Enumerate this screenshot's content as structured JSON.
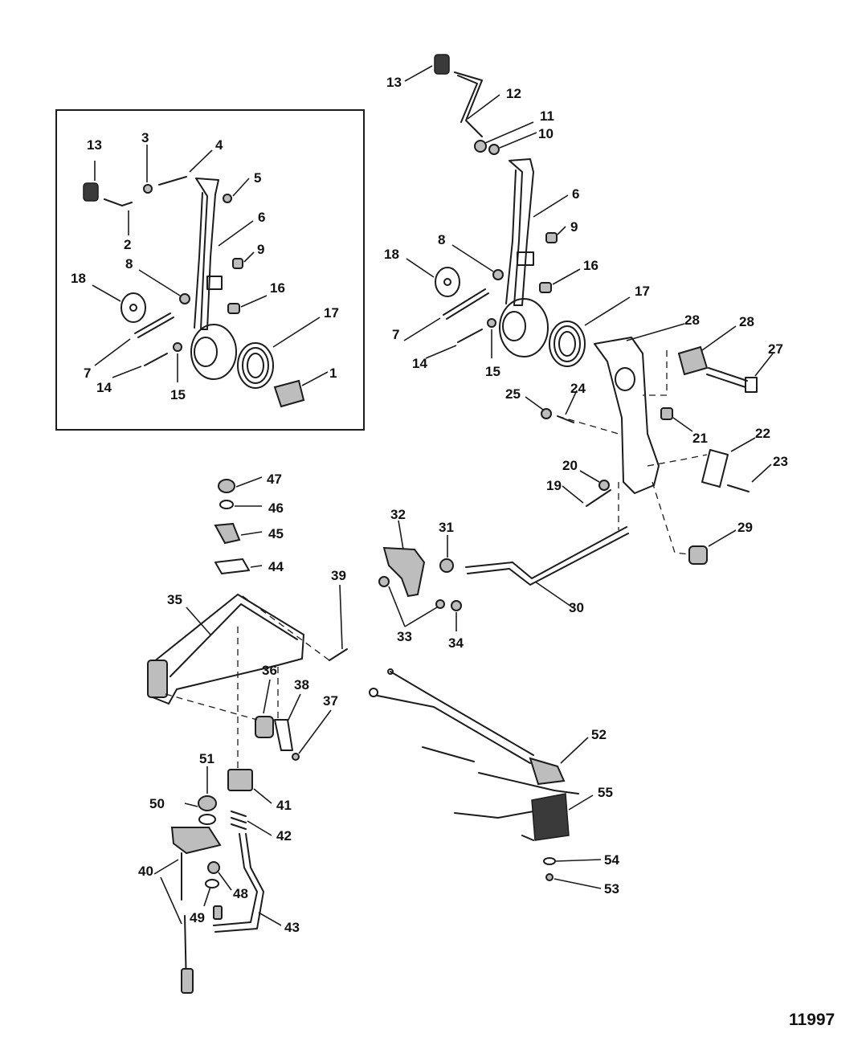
{
  "figure_id": "11997",
  "callouts": [
    "13",
    "3",
    "4",
    "5",
    "6",
    "9",
    "8",
    "18",
    "16",
    "17",
    "1",
    "7",
    "14",
    "15",
    "2",
    "13",
    "12",
    "11",
    "10",
    "6",
    "9",
    "8",
    "18",
    "16",
    "17",
    "28",
    "28",
    "27",
    "7",
    "14",
    "15",
    "25",
    "24",
    "21",
    "22",
    "23",
    "20",
    "19",
    "29",
    "47",
    "46",
    "45",
    "44",
    "39",
    "35",
    "32",
    "31",
    "30",
    "33",
    "34",
    "36",
    "38",
    "37",
    "52",
    "51",
    "50",
    "41",
    "42",
    "55",
    "40",
    "48",
    "49",
    "43",
    "54",
    "53"
  ]
}
